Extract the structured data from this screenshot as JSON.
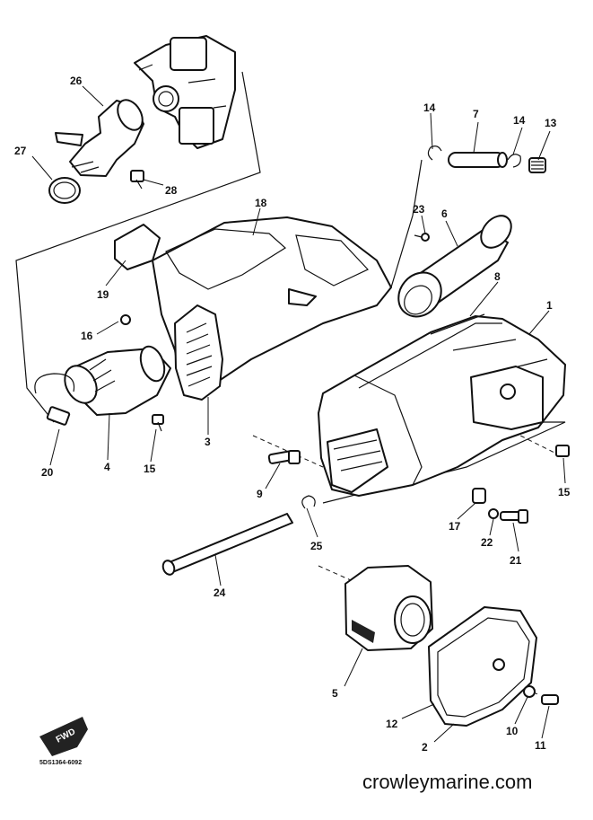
{
  "watermark": "crowleymarine.com",
  "catalog_code": "5DS1364-6092",
  "fwd_label": "FWD",
  "callouts": [
    "26",
    "27",
    "28",
    "14",
    "7",
    "14",
    "13",
    "18",
    "23",
    "6",
    "19",
    "8",
    "1",
    "16",
    "20",
    "4",
    "15",
    "3",
    "15",
    "9",
    "17",
    "22",
    "21",
    "25",
    "24",
    "5",
    "12",
    "2",
    "10",
    "11"
  ]
}
